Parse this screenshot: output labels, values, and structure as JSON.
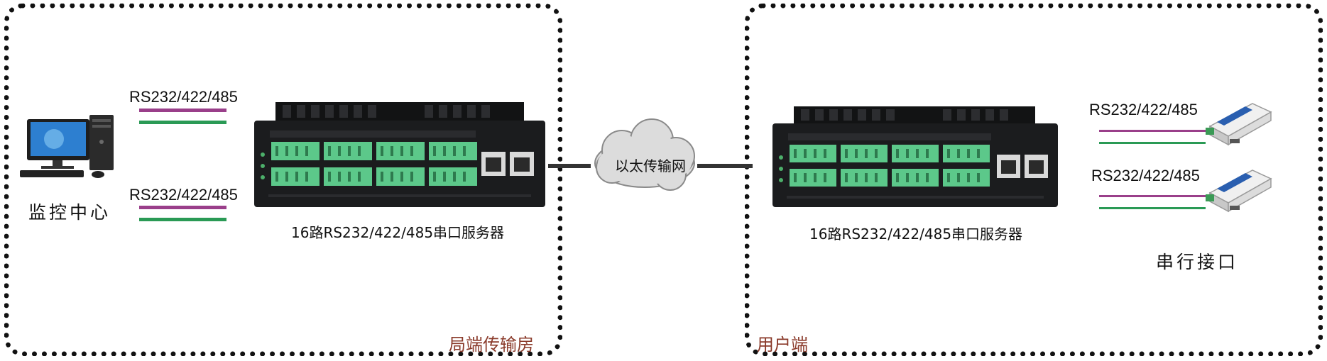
{
  "zones": {
    "left_label": "局端传输房",
    "right_label": "用户端"
  },
  "left": {
    "monitor_label": "监控中心",
    "link_top": "RS232/422/485",
    "link_bottom": "RS232/422/485",
    "device_caption": "16路RS232/422/485串口服务器"
  },
  "network": {
    "cloud_label": "以太传输网"
  },
  "right": {
    "device_caption": "16路RS232/422/485串口服务器",
    "link_top": "RS232/422/485",
    "link_bottom": "RS232/422/485",
    "serial_label": "串行接口"
  },
  "colors": {
    "border": "#111111",
    "zone_label": "#8a3a2a",
    "purple_line": "#9a3f8a",
    "green_line": "#2a9a55",
    "terminal_green": "#5cc88a",
    "device_body": "#1b1c1e"
  }
}
